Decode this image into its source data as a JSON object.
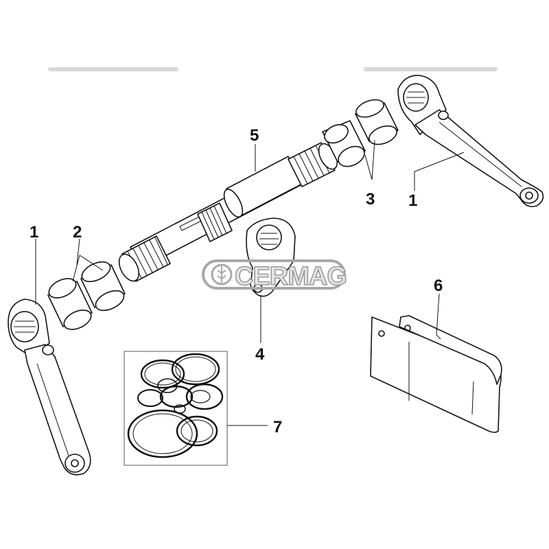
{
  "watermark": {
    "brand": "CERMAG"
  },
  "callouts": [
    {
      "id": "part-1-right",
      "label": "1"
    },
    {
      "id": "part-1-left",
      "label": "1"
    },
    {
      "id": "part-2",
      "label": "2"
    },
    {
      "id": "part-3",
      "label": "3"
    },
    {
      "id": "part-4",
      "label": "4"
    },
    {
      "id": "part-5",
      "label": "5"
    },
    {
      "id": "part-6",
      "label": "6"
    },
    {
      "id": "part-7",
      "label": "7"
    }
  ],
  "colors": {
    "line": "#111111",
    "watermark": "#9a9a9a",
    "fill": "#ffffff"
  }
}
